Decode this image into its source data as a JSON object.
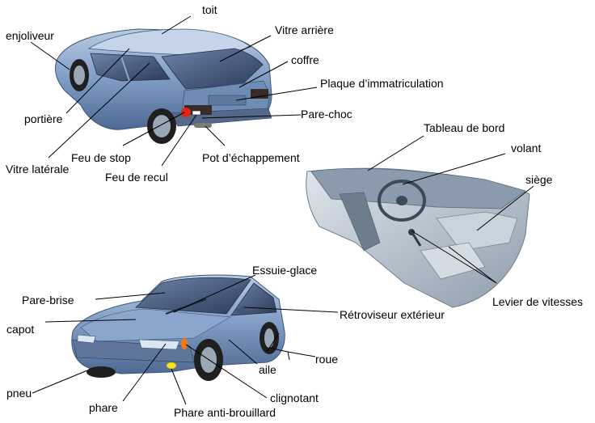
{
  "labels": {
    "toit": "toit",
    "enjoliveur": "enjoliveur",
    "vitre_arriere": "Vitre arrière",
    "coffre": "coffre",
    "plaque": "Plaque d’immatriculation",
    "portiere": "portière",
    "pare_choc": "Pare-choc",
    "feu_stop": "Feu de stop",
    "vitre_laterale": "Vitre latérale",
    "pot": "Pot d’échappement",
    "feu_recul": "Feu de recul",
    "tableau": "Tableau de bord",
    "volant": "volant",
    "siege": "siège",
    "levier": "Levier de vitesses",
    "essuie": "Essuie-glace",
    "pare_brise": "Pare-brise",
    "retroviseur": "Rétroviseur extérieur",
    "capot": "capot",
    "roue": "roue",
    "aile": "aile",
    "pneu": "pneu",
    "clignotant": "clignotant",
    "phare": "phare",
    "phare_anti": "Phare anti-brouillard"
  },
  "colors": {
    "car_body": "#7f9cc4",
    "car_dark": "#4e6a94",
    "glass": "#3c4f72",
    "interior": "#b7c3cf",
    "stop_light": "#e2231a",
    "indicator": "#f07a1a",
    "fog_light": "#f2e61a"
  }
}
